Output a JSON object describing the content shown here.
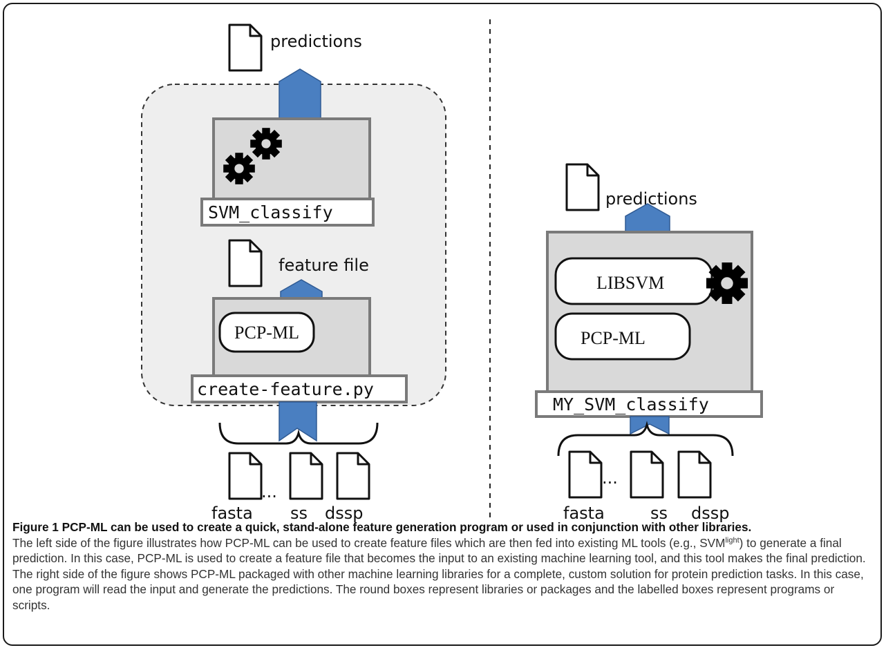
{
  "figure": {
    "left_panel": {
      "output_label": "predictions",
      "classifier_label": "SVM_classify",
      "intermediate_label": "feature file",
      "library_label": "PCP-ML",
      "script_label": "create-feature.py",
      "inputs": [
        "fasta",
        "ss",
        "dssp"
      ],
      "ellipsis": "..."
    },
    "right_panel": {
      "output_label": "predictions",
      "libraries": [
        "LIBSVM",
        "PCP-ML"
      ],
      "program_label": "MY_SVM_classify",
      "inputs": [
        "fasta",
        "ss",
        "dssp"
      ],
      "ellipsis": "..."
    },
    "colors": {
      "arrow": "#4a7fc1",
      "arrow_outline": "#2f5a93",
      "program_box_fill": "#d9d9d9",
      "program_box_stroke": "#7a7a7a",
      "dashed_region_fill": "#eeeeee"
    }
  },
  "caption": {
    "title": "Figure 1 PCP-ML can be used to create a quick, stand-alone feature generation program or used in conjunction with other libraries.",
    "text_before_sup": "The left side of the figure illustrates how PCP-ML can be used to create feature files which are then fed into existing ML tools (e.g., SVM",
    "sup": "light",
    "text_after_sup": ") to generate a final prediction. In this case, PCP-ML is used to create a feature file that becomes the input to an existing machine learning tool, and this tool makes the final prediction. The right side of the figure shows PCP-ML packaged with other machine learning libraries for a complete, custom solution for protein prediction tasks. In this case, one program will read the input and generate the predictions. The round boxes represent libraries or packages and the labelled boxes represent programs or scripts."
  }
}
